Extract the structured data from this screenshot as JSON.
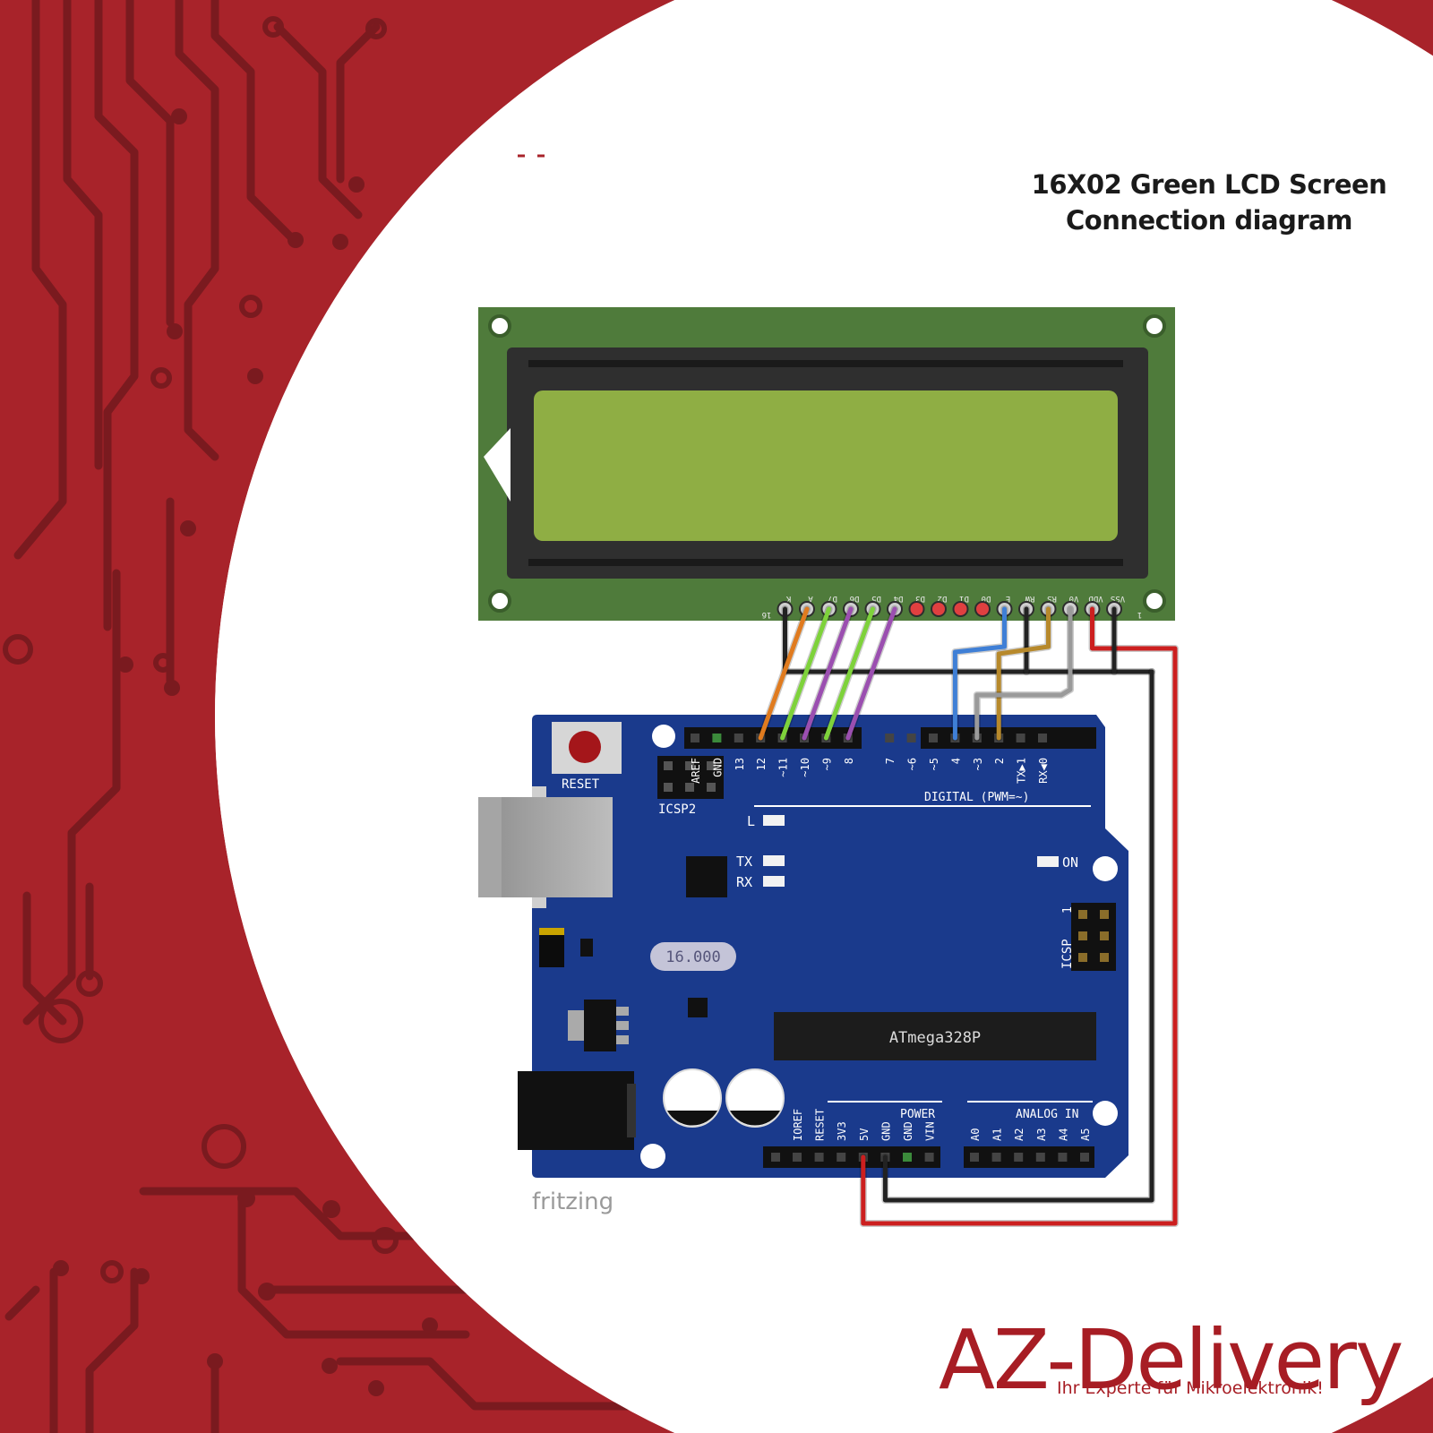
{
  "header": {
    "title_line1": "16X02 Green LCD Screen",
    "title_line2": "Connection diagram"
  },
  "brand": {
    "logo_text": "AZ-Delivery",
    "tagline": "Ihr Experte für Mikroelektronik!",
    "color": "#a71d24"
  },
  "colors": {
    "background_red": "#a8232a",
    "pcb_trace": "#7a1a1f",
    "lcd_board": "#4f7b3b",
    "lcd_screen": "#8fae44",
    "arduino_board": "#1a3a8c"
  },
  "lcd": {
    "pins": [
      "16",
      "K",
      "A",
      "D7",
      "D6",
      "D5",
      "D4",
      "D3",
      "D2",
      "D1",
      "D0",
      "E",
      "RW",
      "RS",
      "V0",
      "VDD",
      "VSS",
      "1"
    ]
  },
  "arduino": {
    "reset_label": "RESET",
    "icsp2_label": "ICSP2",
    "digital_pins": [
      "AREF",
      "GND",
      "13",
      "12",
      "~11",
      "~10",
      "~9",
      "8",
      "7",
      "~6",
      "~5",
      "4",
      "~3",
      "2",
      "TX▶1",
      "RX◀0"
    ],
    "digital_label": "DIGITAL (PWM=~)",
    "led_l": "L",
    "led_tx": "TX",
    "led_rx": "RX",
    "led_on": "ON",
    "crystal": "16.000",
    "chip": "ATmega328P",
    "icsp_label": "ICSP",
    "icsp_pin1": "1",
    "power_label": "POWER",
    "power_pins": [
      "IOREF",
      "RESET",
      "3V3",
      "5V",
      "GND",
      "GND",
      "VIN"
    ],
    "analog_label": "ANALOG IN",
    "analog_pins": [
      "A0",
      "A1",
      "A2",
      "A3",
      "A4",
      "A5"
    ]
  },
  "watermark": "fritzing",
  "wires": [
    {
      "from": "K",
      "to": "GND",
      "color": "#222222"
    },
    {
      "from": "A",
      "to": "12",
      "color": "#e07b1f"
    },
    {
      "from": "D7",
      "to": "~11",
      "color": "#7ed23b"
    },
    {
      "from": "D6",
      "to": "~10",
      "color": "#9b4fb0"
    },
    {
      "from": "D5",
      "to": "~9",
      "color": "#7ed23b"
    },
    {
      "from": "D4",
      "to": "8",
      "color": "#9b4fb0"
    },
    {
      "from": "E",
      "to": "4",
      "color": "#3f7fd6"
    },
    {
      "from": "RW",
      "to": "GND",
      "color": "#222222"
    },
    {
      "from": "RS",
      "to": "2",
      "color": "#b7892b"
    },
    {
      "from": "V0",
      "to": "~3",
      "color": "#9a9a9a"
    },
    {
      "from": "VDD",
      "to": "5V",
      "color": "#cc1f1f"
    },
    {
      "from": "VSS",
      "to": "GND",
      "color": "#222222"
    }
  ]
}
